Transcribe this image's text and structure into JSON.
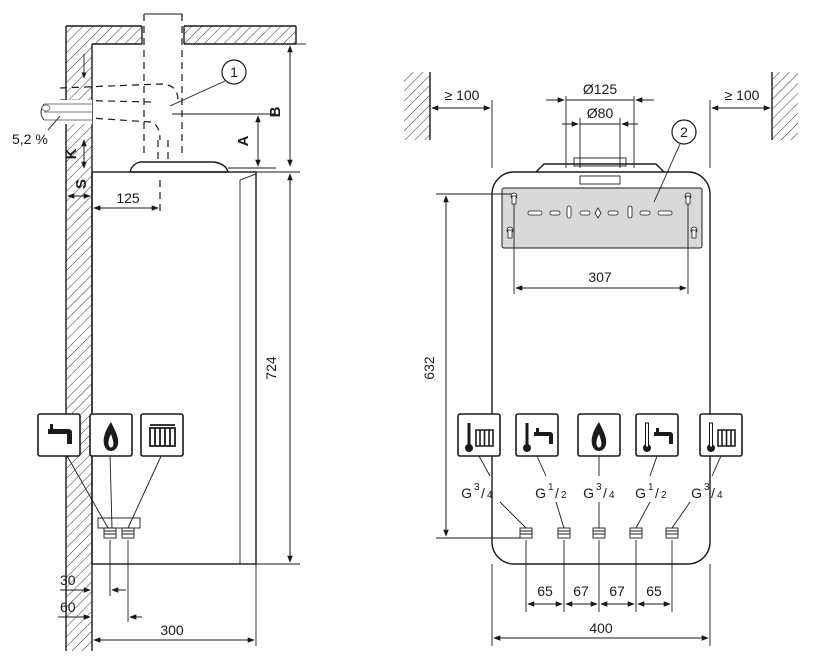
{
  "left_view": {
    "slope_label": "5,2 %",
    "label_a": "A",
    "label_b": "B",
    "label_k": "K",
    "label_s": "S",
    "dim_flue_offset": "125",
    "dim_height": "724",
    "dim_30": "30",
    "dim_60": "60",
    "dim_depth": "300",
    "callout_1": "1",
    "icons": [
      "hot-water-tap-icon",
      "gas-flame-icon",
      "radiator-icon"
    ]
  },
  "right_view": {
    "dim_outer_flue": "Ø125",
    "dim_inner_flue": "Ø80",
    "clearance_left": "≥ 100",
    "clearance_right": "≥ 100",
    "callout_2": "2",
    "dim_bracket": "307",
    "dim_632": "632",
    "dim_65_left": "65",
    "dim_67_left": "67",
    "dim_67_right": "67",
    "dim_65_right": "65",
    "dim_width": "400",
    "connections": [
      {
        "icon": "heating-flow-icon",
        "thread": "G",
        "num": "3",
        "den": "4"
      },
      {
        "icon": "hot-water-outlet-icon",
        "thread": "G",
        "num": "1",
        "den": "2"
      },
      {
        "icon": "gas-flame-icon",
        "thread": "G",
        "num": "3",
        "den": "4"
      },
      {
        "icon": "cold-water-inlet-icon",
        "thread": "G",
        "num": "1",
        "den": "2"
      },
      {
        "icon": "heating-return-icon",
        "thread": "G",
        "num": "3",
        "den": "4"
      }
    ]
  }
}
